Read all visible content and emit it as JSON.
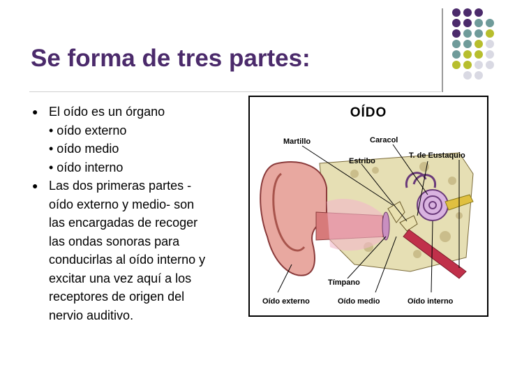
{
  "slide": {
    "title": "Se forma de tres partes:",
    "bullets": [
      {
        "lines": [
          "El oído es un órgano",
          "• oído externo",
          "• oído medio",
          "• oído interno"
        ]
      },
      {
        "lines": [
          "Las dos primeras partes -",
          "oído externo y medio- son",
          "las encargadas de recoger",
          "las ondas sonoras para",
          "conducirlas al oído interno y",
          "excitar una vez aquí a los",
          "receptores de origen del",
          "nervio auditivo."
        ]
      }
    ]
  },
  "figure": {
    "title": "OÍDO",
    "labels": {
      "martillo": "Martillo",
      "caracol": "Caracol",
      "estribo": "Estribo",
      "eustaquio": "T. de Eustaquio",
      "timpano": "Tímpano",
      "oido_externo": "Oído externo",
      "oido_medio": "Oído medio",
      "oido_interno": "Oído interno"
    }
  },
  "colors": {
    "title": "#4b2a6b",
    "dot_purple": "#4b2a6b",
    "dot_teal": "#6f9b9a",
    "dot_olive": "#b7be2d",
    "dot_light": "#d9d9e3"
  }
}
